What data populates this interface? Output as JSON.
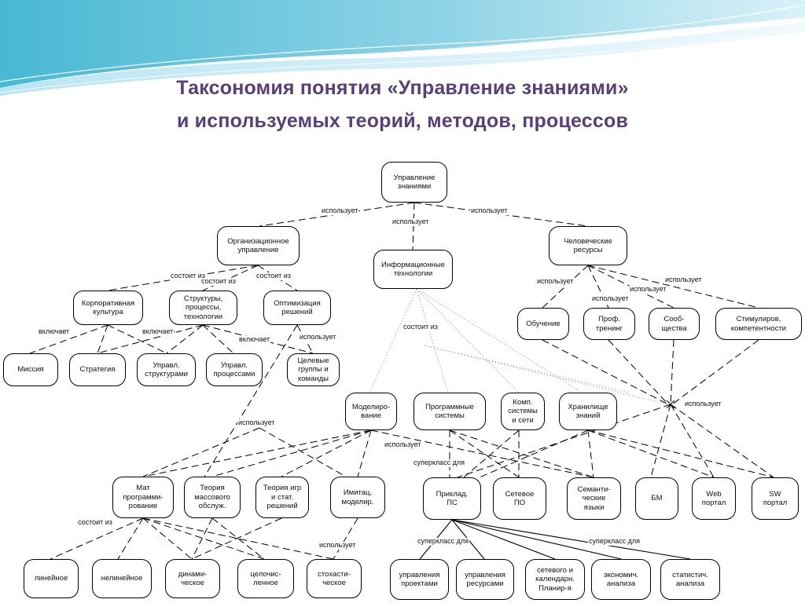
{
  "slide": {
    "title_line1": "Таксономия понятия «Управление знаниями»",
    "title_line2": "и используемых теорий, методов, процессов"
  },
  "nodes": {
    "km": "Управление\nзнаниями",
    "org": "Организационное\nуправление",
    "it": "Информационные\nтехнологии",
    "hr": "Человеческие\nресурсы",
    "corp_culture": "Корпоративная\nкультура",
    "structures": "Структуры,\nпроцессы,\nтехнологии",
    "optimization": "Оптимизация\nрешений",
    "training": "Обучение",
    "prof_training": "Проф.\nтренинг",
    "communities": "Сооб-\nщества",
    "incentives": "Стимулиров,\nкомпетентности",
    "mission": "Миссия",
    "strategy": "Стратегия",
    "manage_structures": "Управл.\nструктурами",
    "manage_processes": "Управл.\nпроцессами",
    "target_groups": "Целевые\nгруппы и\nкоманды",
    "modeling": "Моделиро-\nвание",
    "software": "Программные\nсистемы",
    "comp_networks": "Комп.\nсистемы\nи сети",
    "knowledge_store": "Хранилище\nзнаний",
    "math_programming": "Мат\nпрограмми-\nрование",
    "queue_theory": "Теория\nмассового\nобслуж.",
    "game_theory": "Теория игр\nи стат.\nрешений",
    "simulation": "Имитац,\nмоделир.",
    "applied_sw": "Приклад.\nПС",
    "network_sw": "Сетевое\nПО",
    "semantic_langs": "Семанти-\nческие\nязыки",
    "db": "БМ",
    "web_portal": "Web\nпортал",
    "sw_portal": "SW\nпортал",
    "linear": "линейное",
    "nonlinear": "нелинейное",
    "dynamic": "динами-\nческое",
    "integer": "целочис-\nленное",
    "stochastic": "стохасти-\nческое",
    "project_mgmt": "управления\nпроектами",
    "resource_mgmt": "управления\nресурсами",
    "network_calendar": "сетевого и\nкалендарн.\nПланир-я",
    "econ_analysis": "экономич.\nанализа",
    "stat_analysis": "статистич.\nанализа"
  },
  "labels": {
    "uses_left": "использует",
    "uses_mid": "использует",
    "uses_right": "использует",
    "consists_a": "состоит из",
    "consists_b": "состоит из",
    "consists_c": "состоит из",
    "uses_hr1": "использует",
    "uses_hr2": "использует",
    "uses_hr3": "использует",
    "uses_hr4": "использует",
    "includes_1": "включает",
    "includes_2": "включает-",
    "includes_3": "включает",
    "uses_opt": "использует",
    "consists_it": "состоит из",
    "uses_x": "использует",
    "uses_model": "использует",
    "uses_sw": "использует",
    "superclass_1": "суперкласс для",
    "consists_math": "состоит из",
    "uses_bottom": "использует",
    "superclass_2": "суперкласс для",
    "superclass_3": "суперкласс для"
  },
  "colors": {
    "title": "#5a3e7a",
    "wave_dark": "#3fb3cf",
    "wave_light": "#bfe8f2"
  }
}
